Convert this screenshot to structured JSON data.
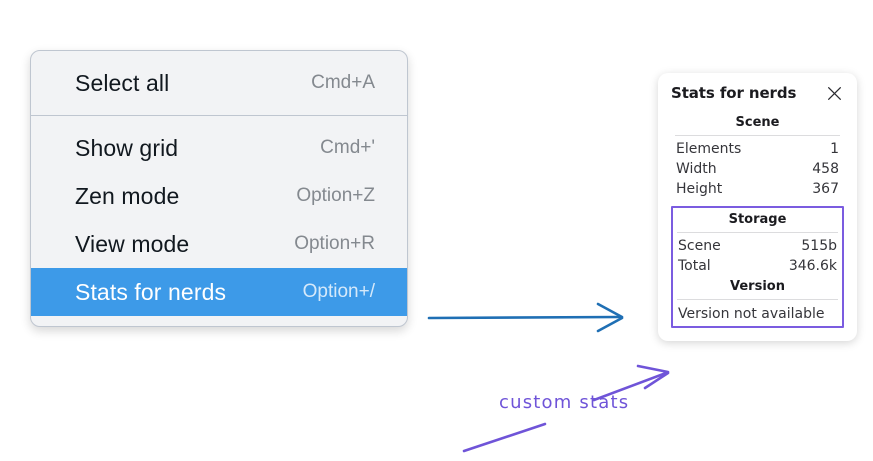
{
  "context_menu": {
    "groups": [
      {
        "items": [
          {
            "label": "Select all",
            "shortcut": "Cmd+A",
            "selected": false
          }
        ]
      },
      {
        "items": [
          {
            "label": "Show grid",
            "shortcut": "Cmd+'",
            "selected": false
          },
          {
            "label": "Zen mode",
            "shortcut": "Option+Z",
            "selected": false
          },
          {
            "label": "View mode",
            "shortcut": "Option+R",
            "selected": false
          },
          {
            "label": "Stats for nerds",
            "shortcut": "Option+/",
            "selected": true
          }
        ]
      }
    ]
  },
  "stats_panel": {
    "title": "Stats for nerds",
    "close_icon": "close-icon",
    "sections": [
      {
        "title": "Scene",
        "rows": [
          {
            "key": "Elements",
            "value": "1"
          },
          {
            "key": "Width",
            "value": "458"
          },
          {
            "key": "Height",
            "value": "367"
          }
        ]
      },
      {
        "title": "Storage",
        "rows": [
          {
            "key": "Scene",
            "value": "515b"
          },
          {
            "key": "Total",
            "value": "346.6k"
          }
        ]
      },
      {
        "title": "Version",
        "note": "Version not available"
      }
    ]
  },
  "annotations": {
    "custom_stats_label": "custom stats",
    "arrow_blue_color": "#1f6fb4",
    "arrow_purple_color": "#6f54d8",
    "highlight_color": "#3d9ae8",
    "custom_box_color": "#7b5ce0"
  }
}
